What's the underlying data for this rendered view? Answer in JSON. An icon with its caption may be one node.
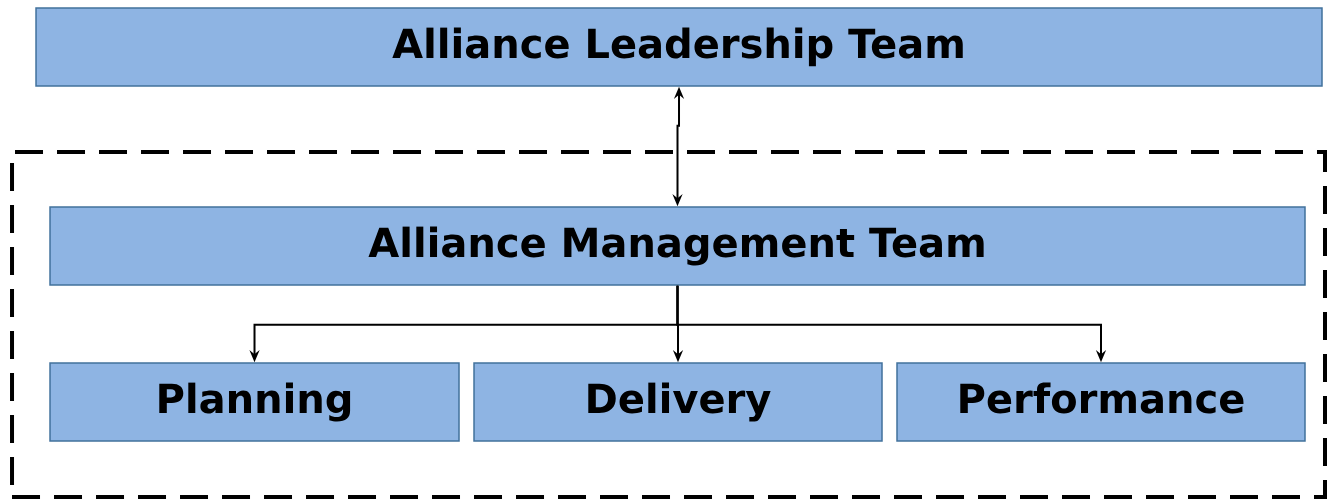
{
  "diagram": {
    "nodes": [
      {
        "text": [
          "Alliance Leadership Team"
        ]
      },
      {
        "text": [],
        "shape": "box"
      },
      {
        "text": [
          "Alliance Management Team"
        ],
        "in": 1
      },
      {
        "text": [
          "Planning"
        ],
        "in": 1
      },
      {
        "text": [
          "Delivery"
        ],
        "in": 1
      },
      {
        "text": [
          "Performance"
        ],
        "in": 1
      }
    ],
    "edges": [
      {
        "from": 0,
        "to": 2,
        "arrow": "both"
      },
      {
        "from": 2,
        "to": 3,
        "arrow": "to"
      },
      {
        "from": 2,
        "to": 4,
        "arrow": "to"
      },
      {
        "from": 2,
        "to": 5,
        "arrow": "to"
      }
    ]
  }
}
